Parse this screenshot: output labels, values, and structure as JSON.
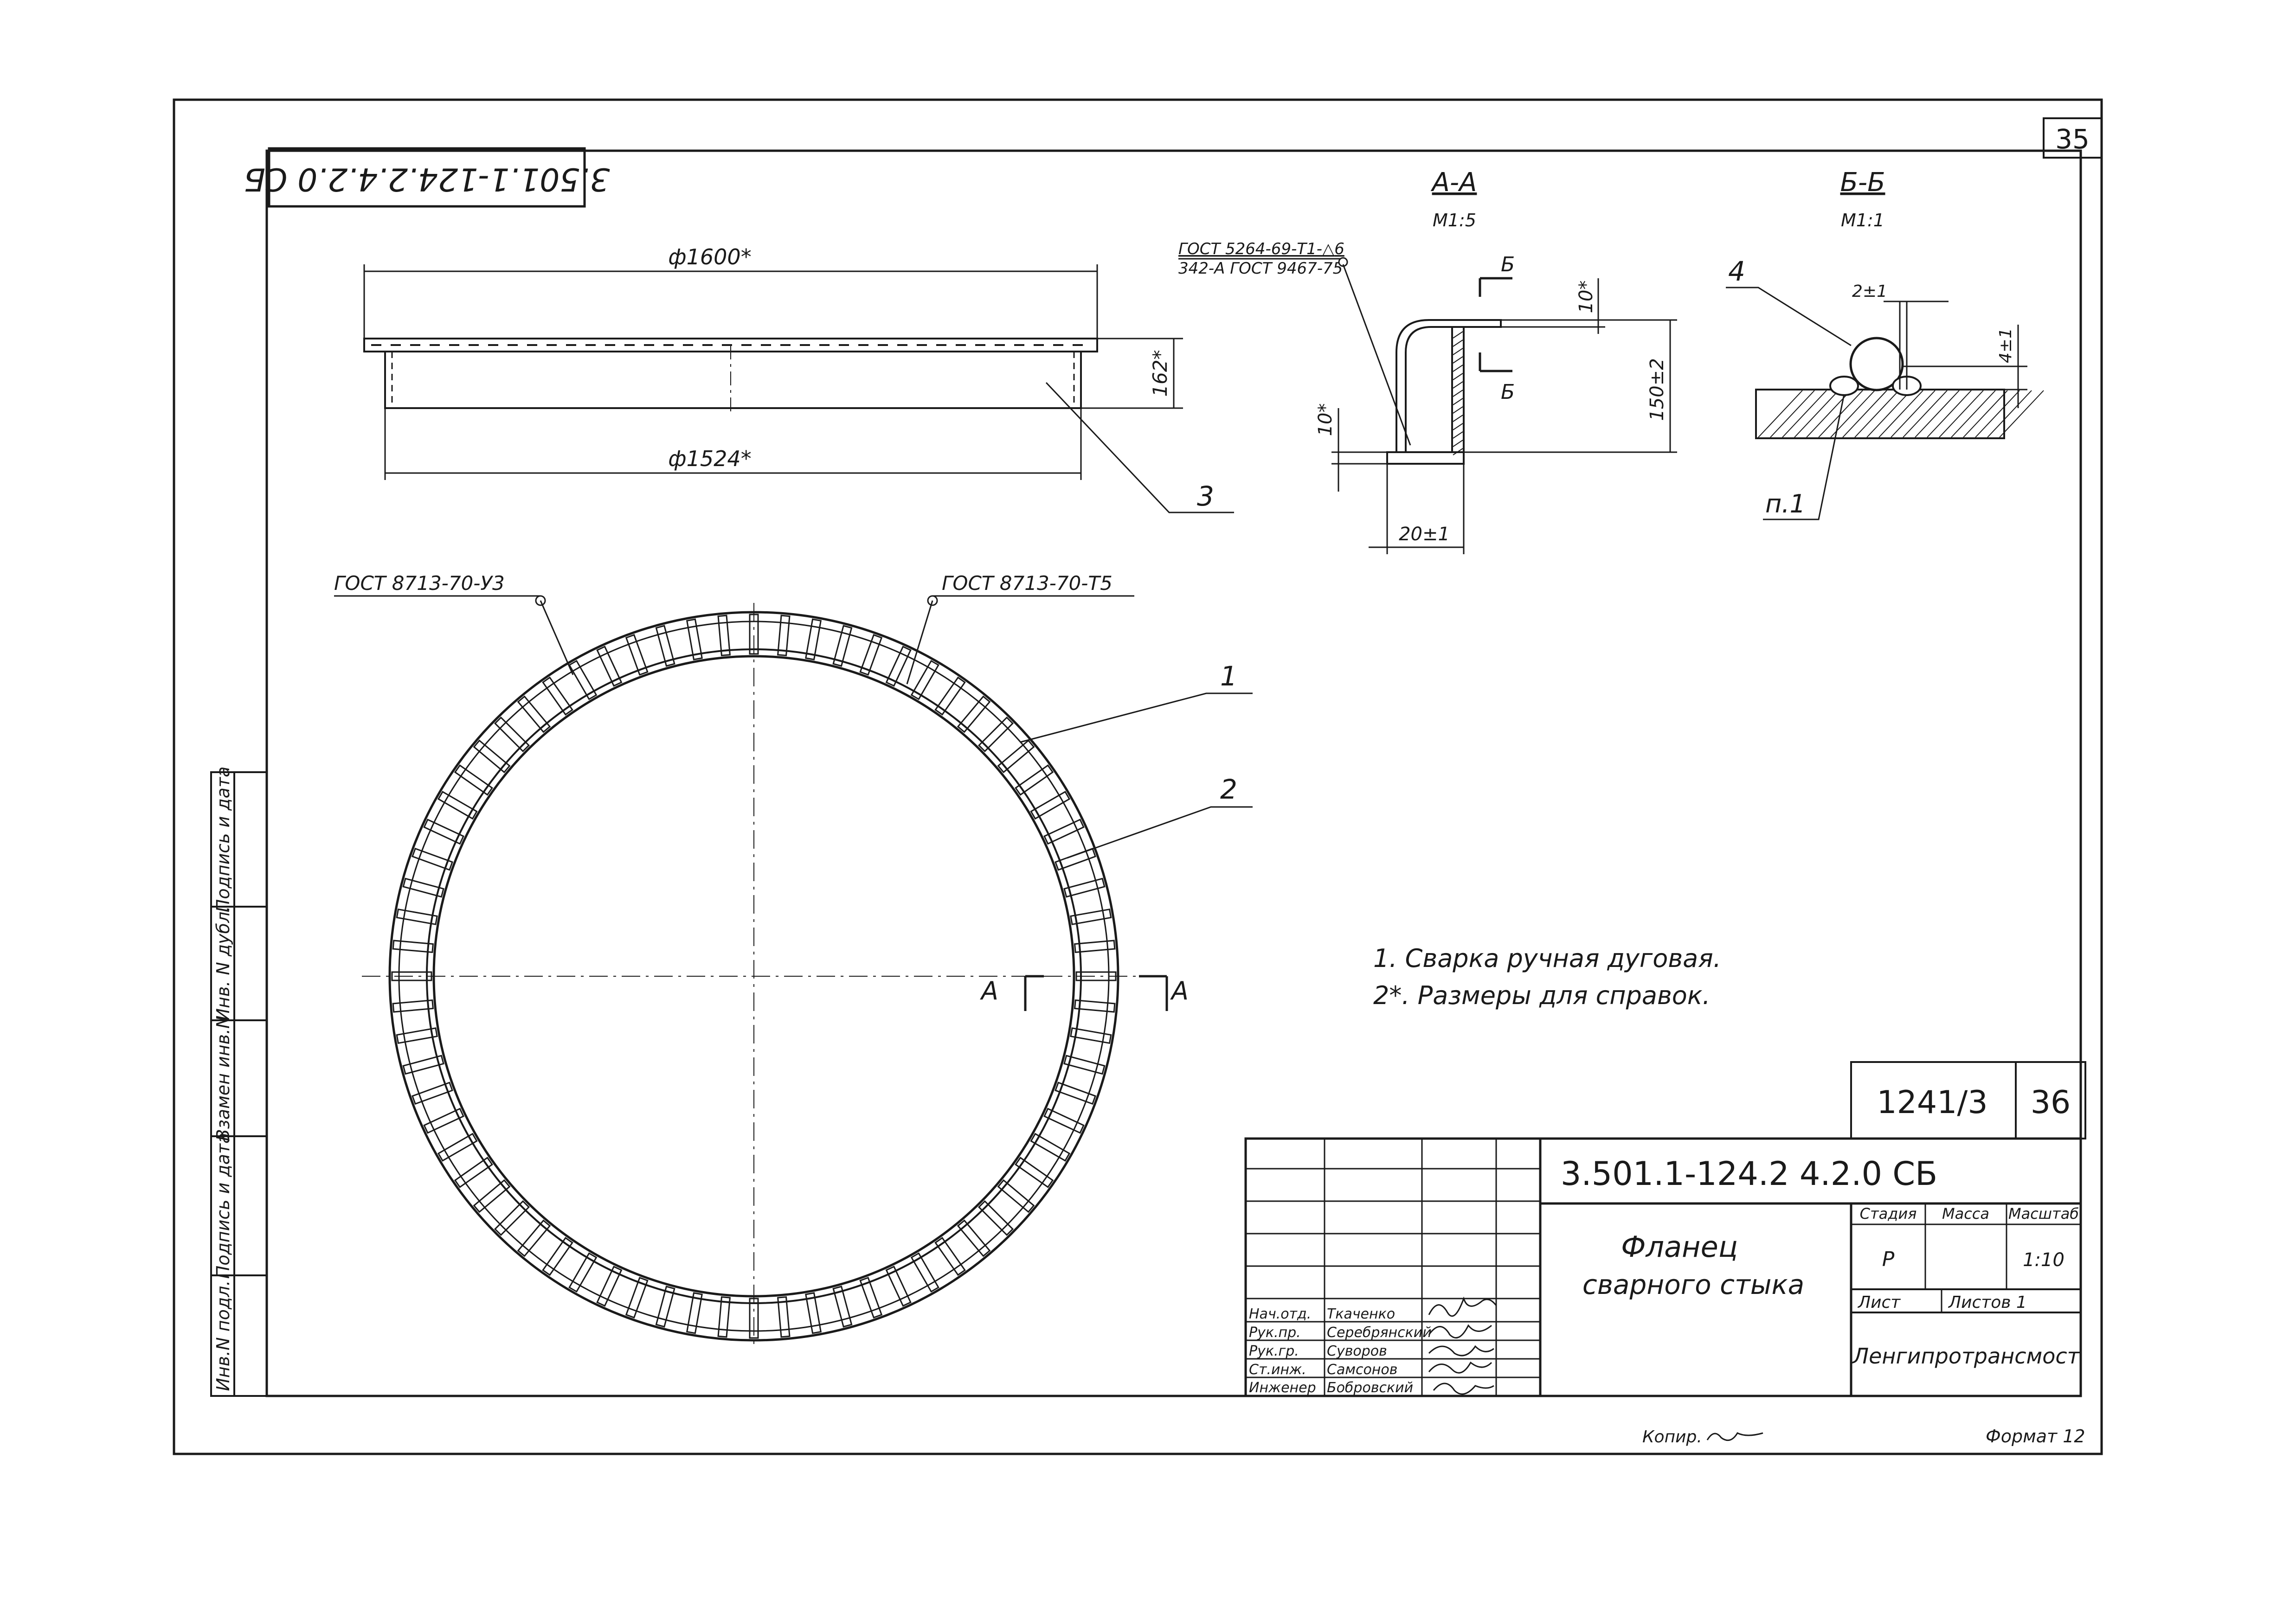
{
  "sheet": {
    "page_number": "35",
    "rotated_code": "3.501.1-124.2.4.2.0 СБ",
    "format_label": "Формат 12",
    "copied_label": "Копир."
  },
  "view_top": {
    "dim_outer": "ф1600*",
    "dim_inner": "ф1524*",
    "dim_height": "162*",
    "callout_3": "3"
  },
  "section_aa": {
    "title": "А-А",
    "scale": "М1:5",
    "weld_spec_1": "ГОСТ 5264-69-Т1-",
    "weld_spec_1_leg": "6",
    "weld_spec_2": "342-А ГОСТ 9467-75",
    "dim_top": "10*",
    "dim_height": "150±2",
    "dim_left": "10*",
    "dim_width": "20±1",
    "cut_mark": "Б"
  },
  "section_bb": {
    "title": "Б-Б",
    "scale": "М1:1",
    "dim_gap": "2±1",
    "dim_height": "4±1",
    "callout_4": "4",
    "callout_p1": "п.1"
  },
  "plan_view": {
    "weld_label_left": "ГОСТ 8713-70-У3",
    "weld_label_right": "ГОСТ 8713-70-Т5",
    "callout_1": "1",
    "callout_2": "2",
    "section_mark": "А"
  },
  "notes": [
    "1. Сварка ручная дуговая.",
    "2*. Размеры для справок."
  ],
  "stamp": {
    "inventory": "1241/3",
    "inventory_sheet": "36",
    "designation": "3.501.1-124.2  4.2.0 СБ",
    "title_line1": "Фланец",
    "title_line2": "сварного    стыка",
    "stage_header": "Стадия",
    "mass_header": "Масса",
    "scale_header": "Масштаб",
    "stage_value": "Р",
    "scale_value": "1:10",
    "sheet_label": "Лист",
    "sheets_label": "Листов 1",
    "organization": "Ленгипротрансмост",
    "signatures": [
      {
        "role": "Нач.отд.",
        "name": "Ткаченко"
      },
      {
        "role": "Рук.пр.",
        "name": "Серебрянский"
      },
      {
        "role": "Рук.гр.",
        "name": "Суворов"
      },
      {
        "role": "Ст.инж.",
        "name": "Самсонов"
      },
      {
        "role": "Инженер",
        "name": "Бобровский"
      }
    ]
  },
  "side_strip": [
    "Подпись и дата",
    "Инв. N дубл.",
    "Взамен инв.N",
    "Подпись и дата",
    "Инв.N подл."
  ]
}
